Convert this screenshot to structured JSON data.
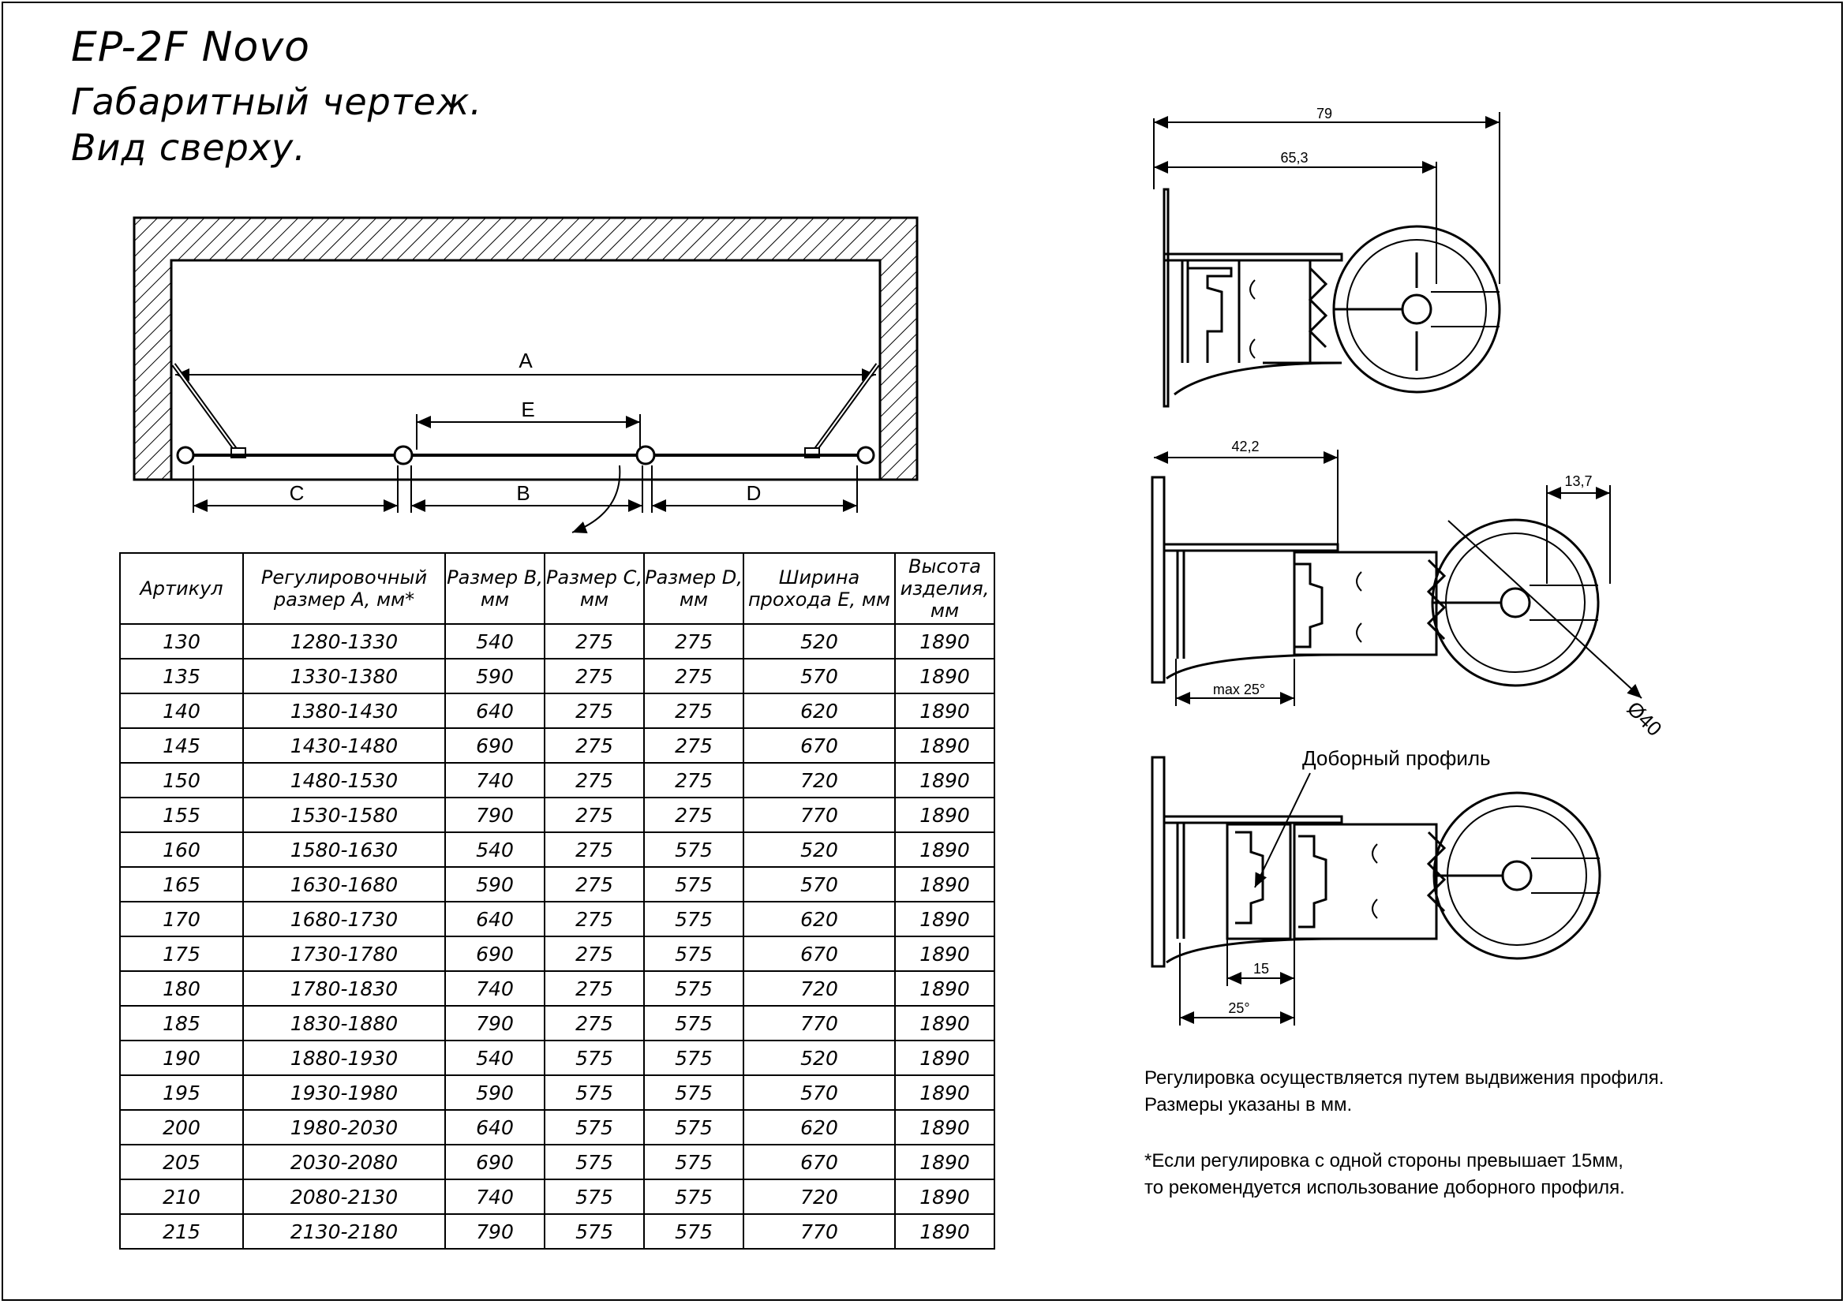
{
  "header": {
    "model": "EP-2F Novo",
    "subtitle1": "Габаритный чертеж.",
    "subtitle2": "Вид сверху."
  },
  "plan": {
    "labels": {
      "A": "A",
      "B": "B",
      "C": "C",
      "D": "D",
      "E": "E"
    }
  },
  "table": {
    "headers": [
      "Артикул",
      "Регулировочный размер А, мм*",
      "Размер В, мм",
      "Размер С, мм",
      "Размер D, мм",
      "Ширина прохода Е, мм",
      "Высота изделия, мм"
    ],
    "rows": [
      [
        "130",
        "1280-1330",
        "540",
        "275",
        "275",
        "520",
        "1890"
      ],
      [
        "135",
        "1330-1380",
        "590",
        "275",
        "275",
        "570",
        "1890"
      ],
      [
        "140",
        "1380-1430",
        "640",
        "275",
        "275",
        "620",
        "1890"
      ],
      [
        "145",
        "1430-1480",
        "690",
        "275",
        "275",
        "670",
        "1890"
      ],
      [
        "150",
        "1480-1530",
        "740",
        "275",
        "275",
        "720",
        "1890"
      ],
      [
        "155",
        "1530-1580",
        "790",
        "275",
        "275",
        "770",
        "1890"
      ],
      [
        "160",
        "1580-1630",
        "540",
        "275",
        "575",
        "520",
        "1890"
      ],
      [
        "165",
        "1630-1680",
        "590",
        "275",
        "575",
        "570",
        "1890"
      ],
      [
        "170",
        "1680-1730",
        "640",
        "275",
        "575",
        "620",
        "1890"
      ],
      [
        "175",
        "1730-1780",
        "690",
        "275",
        "575",
        "670",
        "1890"
      ],
      [
        "180",
        "1780-1830",
        "740",
        "275",
        "575",
        "720",
        "1890"
      ],
      [
        "185",
        "1830-1880",
        "790",
        "275",
        "575",
        "770",
        "1890"
      ],
      [
        "190",
        "1880-1930",
        "540",
        "575",
        "575",
        "520",
        "1890"
      ],
      [
        "195",
        "1930-1980",
        "590",
        "575",
        "575",
        "570",
        "1890"
      ],
      [
        "200",
        "1980-2030",
        "640",
        "575",
        "575",
        "620",
        "1890"
      ],
      [
        "205",
        "2030-2080",
        "690",
        "575",
        "575",
        "670",
        "1890"
      ],
      [
        "210",
        "2080-2130",
        "740",
        "575",
        "575",
        "720",
        "1890"
      ],
      [
        "215",
        "2130-2180",
        "790",
        "575",
        "575",
        "770",
        "1890"
      ]
    ]
  },
  "profiles": {
    "p1": {
      "dim_total": "79",
      "dim_inner": "65,3"
    },
    "p2": {
      "dim_width": "42,2",
      "dim_gap": "13,7",
      "dim_max": "max 25°",
      "dim_diam": "Ø40"
    },
    "p3": {
      "label": "Доборный профиль",
      "dim_15": "15",
      "dim_25": "25°"
    }
  },
  "notes": {
    "line1": "Регулировка осуществляется путем выдвижения профиля.",
    "line2": "Размеры указаны в мм.",
    "line3": "*Если регулировка с одной стороны превышает 15мм,",
    "line4": "то рекомендуется использование доборного профиля."
  }
}
